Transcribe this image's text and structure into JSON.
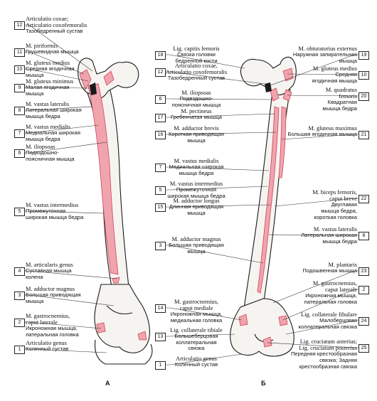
{
  "panels": {
    "left": "А",
    "right": "Б"
  },
  "colors": {
    "muscle": "#f0a4ae",
    "muscle_line": "#d2435a",
    "bone": "#f6f4f0",
    "ink": "#1a1a1a",
    "leader": "#333333"
  },
  "left_labels": [
    {
      "num": "12",
      "lat": "Articulatio coxae;\nArticulatio coxofemoralis",
      "ru": "Тазобедренный сустав"
    },
    {
      "num": "11",
      "lat": "M. piriformis",
      "ru": "Грушевидная мышца"
    },
    {
      "num": "10",
      "lat": "M. gluteus medius",
      "ru": "Средняя ягодичная\nмышца"
    },
    {
      "num": "9",
      "lat": "M. gluteus minimus",
      "ru": "Малая ягодичная\nмышца"
    },
    {
      "num": "8",
      "lat": "M. vastus lateralis",
      "ru": "Латеральная широкая\nмышца бедра"
    },
    {
      "num": "7",
      "lat": "M. vastus medialis",
      "ru": "Медиальная широкая\nмышца бедра"
    },
    {
      "num": "6",
      "lat": "M. iliopsoas",
      "ru": "Подвздошно-\nпоясничная мышца"
    },
    {
      "num": "5",
      "lat": "M. vastus intermedius",
      "ru": "Промежуточная\nширокая мышца бедра"
    },
    {
      "num": "4",
      "lat": "M. articularis genus",
      "ru": "Суставная мышца\nколена"
    },
    {
      "num": "3",
      "lat": "M. adductor magnus",
      "ru": "Большая приводящая\nмышца"
    },
    {
      "num": "2",
      "lat": "M. gastrocnemius,\ncaput laterale",
      "ru": "Икроножная мышца,\nлатеральная головка"
    },
    {
      "num": "1",
      "lat": "Articulatio genus",
      "ru": "Коленный сустав"
    }
  ],
  "middle_labels": [
    {
      "num": "18",
      "lat": "Lig. capitis femoris",
      "ru": "Связка головки\nбедренной кости"
    },
    {
      "num": "12",
      "lat": "Articulatio coxae,\nArticulatio coxofemoralis",
      "ru": "Тазобедренный сустав"
    },
    {
      "num": "6",
      "lat": "M. iliopsoas",
      "ru": "Подвздошно-\nпоясничная мышца"
    },
    {
      "num": "17",
      "lat": "M. pectineus",
      "ru": "Гребенчатая мышца"
    },
    {
      "num": "16",
      "lat": "M. adductor brevis",
      "ru": "Короткая приводящая\nмышца"
    },
    {
      "num": "7",
      "lat": "M. vastus medialis",
      "ru": "Медиальная широкая\nмышца бедра"
    },
    {
      "num": "5",
      "lat": "M. vastus intermedius",
      "ru": "Промежуточная\nширокая мышца бедра"
    },
    {
      "num": "15",
      "lat": "M. adductor longus",
      "ru": "Длинная приводящая\nмышца"
    },
    {
      "num": "3",
      "lat": "M. adductor magnus",
      "ru": "Большая приводящая\nмышца"
    },
    {
      "num": "14",
      "lat": "M. gastrocnemius,\ncaput mediale",
      "ru": "Икроножная мышца,\nмедиальная головка"
    },
    {
      "num": "13",
      "lat": "Lig. collaterale tibiale",
      "ru": "Большеберцовая\nколлатеральная\nсвязка"
    },
    {
      "num": "1",
      "lat": "Articulatio genus",
      "ru": "Коленный сустав"
    }
  ],
  "right_labels": [
    {
      "num": "19",
      "lat": "M. obturatorius externus",
      "ru": "Наружная запирательная\nмышца"
    },
    {
      "num": "10",
      "lat": "M. gluteus medius",
      "ru": "Средняя\nягодичная мышца"
    },
    {
      "num": "20",
      "lat": "M. quadratus\nfemoris",
      "ru": "Квадратная\nмышца бедра"
    },
    {
      "num": "21",
      "lat": "M. gluteus maximus",
      "ru": "Большая ягодичная мышца"
    },
    {
      "num": "22",
      "lat": "M. biceps femoris,\ncaput breve",
      "ru": "Двуглавая\nмышца бедра,\nкороткая головка"
    },
    {
      "num": "8",
      "lat": "M. vastus lateralis",
      "ru": "Латеральная широкая\nмышца бедра"
    },
    {
      "num": "23",
      "lat": "M. plantaris",
      "ru": "Подошвенная мышца"
    },
    {
      "num": "2",
      "lat": "M. gastrocnemius,\ncaput laterale",
      "ru": "Икроножная мышца,\nлатеральная головка"
    },
    {
      "num": "24",
      "lat": "Lig. collaterale fibulare",
      "ru": "Малоберцовая\nколлатеральная связка"
    },
    {
      "num": "25",
      "lat": "Lig. cruciatum anterius;\nLig. cruciatum posterius",
      "ru": "Передняя крестообразная\nсвязка; Задняя\nкрестообразная связка"
    }
  ]
}
